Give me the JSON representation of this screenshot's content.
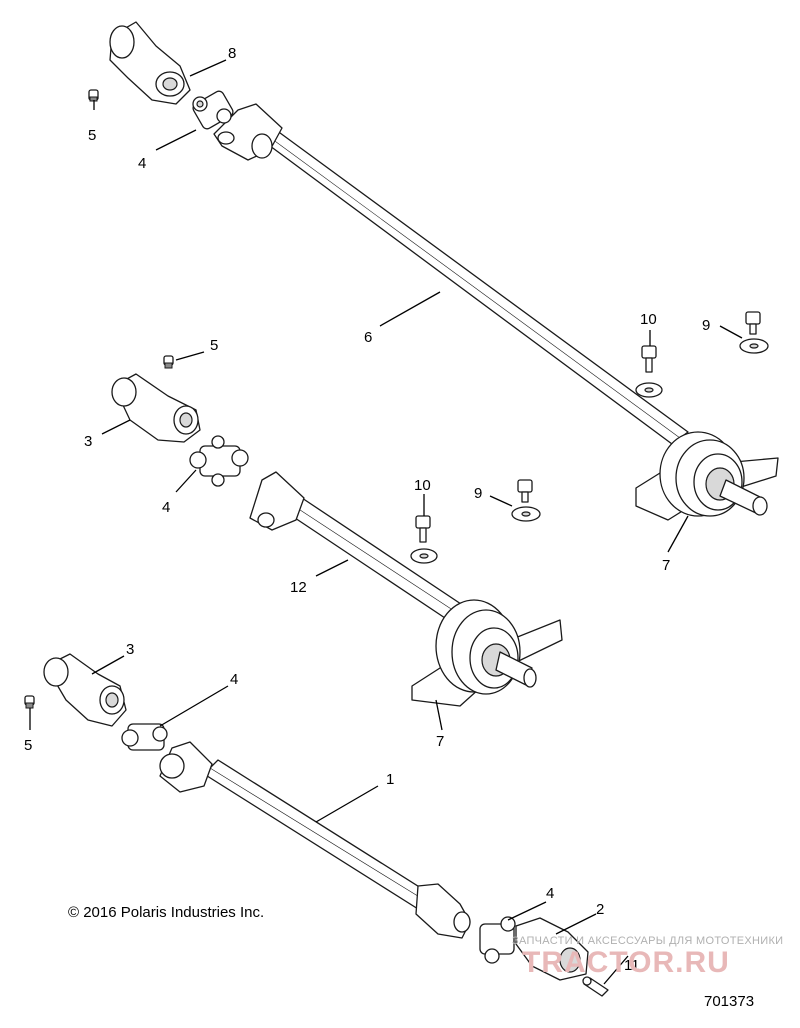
{
  "callouts": [
    {
      "label": "8"
    },
    {
      "label": "5"
    },
    {
      "label": "4"
    },
    {
      "label": "6"
    },
    {
      "label": "10"
    },
    {
      "label": "9"
    },
    {
      "label": "5"
    },
    {
      "label": "3"
    },
    {
      "label": "4"
    },
    {
      "label": "10"
    },
    {
      "label": "9"
    },
    {
      "label": "7"
    },
    {
      "label": "12"
    },
    {
      "label": "3"
    },
    {
      "label": "4"
    },
    {
      "label": "5"
    },
    {
      "label": "7"
    },
    {
      "label": "1"
    },
    {
      "label": "4"
    },
    {
      "label": "2"
    },
    {
      "label": "11"
    }
  ],
  "copyright": "© 2016 Polaris Industries Inc.",
  "diagram_number": "701373",
  "watermark": {
    "tagline": "ЗАПЧАСТИ И АКСЕССУАРЫ ДЛЯ МОТОТЕХНИКИ",
    "logo": "TRACTOR.RU"
  }
}
